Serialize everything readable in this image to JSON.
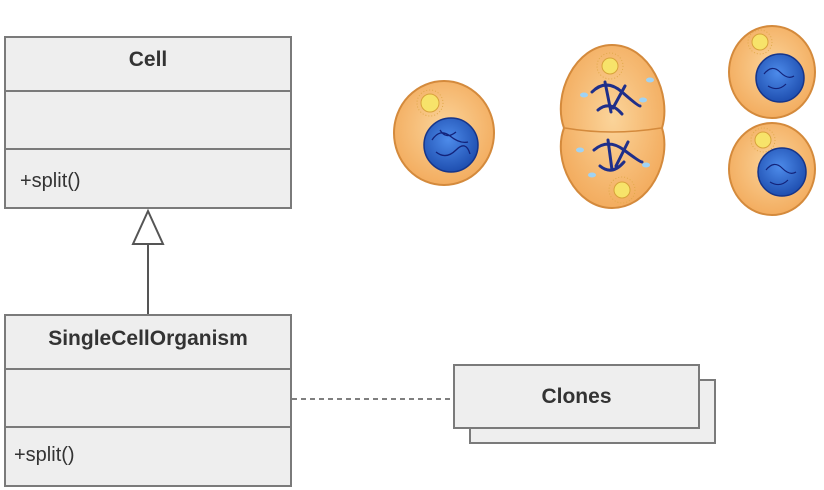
{
  "diagram": {
    "cell_class": {
      "name": "Cell",
      "operation": "+split()"
    },
    "single_cell_class": {
      "name": "SingleCellOrganism",
      "operation": "+split()"
    },
    "clones": {
      "label": "Clones"
    },
    "relations": [
      {
        "type": "generalization",
        "from": "SingleCellOrganism",
        "to": "Cell"
      },
      {
        "type": "dependency",
        "from": "SingleCellOrganism",
        "to": "Clones"
      }
    ],
    "illustration": {
      "description_stages": [
        "single cell",
        "dividing cell",
        "two daughter cells"
      ]
    }
  },
  "colors": {
    "box_fill": "#eeeeee",
    "box_border": "#7a7a7a",
    "cytoplasm": "#f5b46a",
    "nucleus": "#2f6bd1",
    "chromosome": "#1f2f8a"
  }
}
